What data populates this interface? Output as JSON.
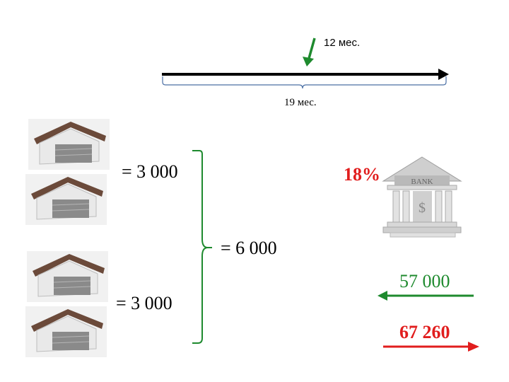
{
  "timeline": {
    "top_label": "12 мес.",
    "bottom_label": "19 мес."
  },
  "left": {
    "eq_top": "= 3 000",
    "eq_bottom": "= 3 000",
    "eq_total": "= 6 000"
  },
  "bank": {
    "rate": "18%",
    "sign_text": "BANK",
    "symbol": "$"
  },
  "flows": {
    "in_amount": "57 000",
    "out_amount": "67 260"
  },
  "colors": {
    "green": "#1e8a2e",
    "red": "#e11d1d",
    "roof": "#6b4a3a",
    "wall": "#e9e9e9"
  },
  "icons": [
    "garage-icon",
    "bank-building-icon",
    "down-arrow-icon",
    "left-arrow-icon",
    "right-arrow-icon"
  ]
}
